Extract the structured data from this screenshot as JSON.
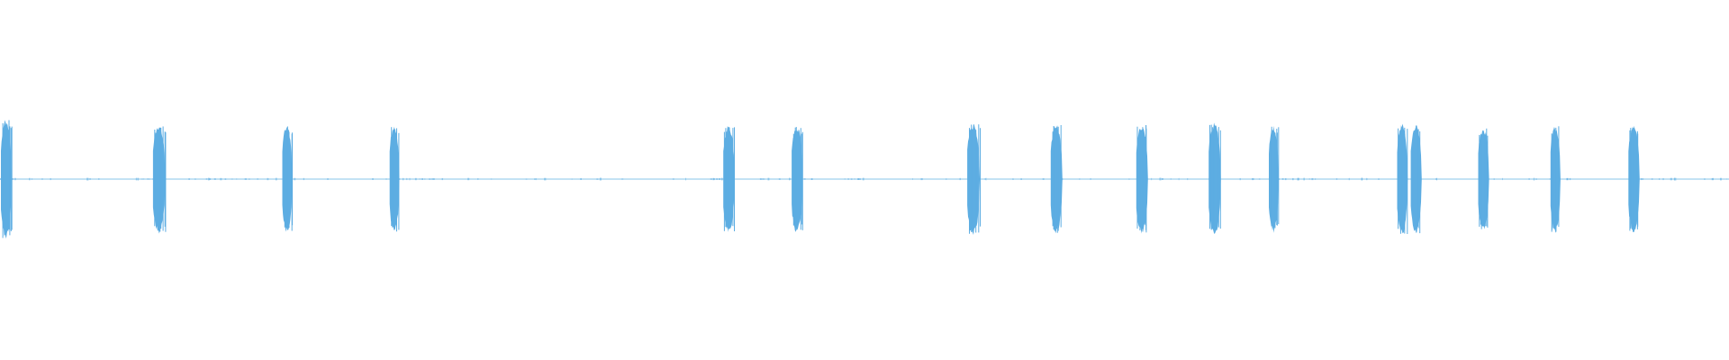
{
  "waveform": {
    "color": "#5dade2",
    "baseline_color": "#9fd0ee",
    "background": "#ffffff",
    "duration_fraction_axis": "time",
    "bursts": [
      {
        "t": 0.004,
        "amp": 0.98
      },
      {
        "t": 0.0925,
        "amp": 0.9
      },
      {
        "t": 0.1665,
        "amp": 0.88
      },
      {
        "t": 0.2285,
        "amp": 0.88
      },
      {
        "t": 0.422,
        "amp": 0.88
      },
      {
        "t": 0.4615,
        "amp": 0.88
      },
      {
        "t": 0.5635,
        "amp": 0.92
      },
      {
        "t": 0.6115,
        "amp": 0.9
      },
      {
        "t": 0.661,
        "amp": 0.9
      },
      {
        "t": 0.703,
        "amp": 0.92
      },
      {
        "t": 0.737,
        "amp": 0.88
      },
      {
        "t": 0.8115,
        "amp": 0.92
      },
      {
        "t": 0.8195,
        "amp": 0.9
      },
      {
        "t": 0.8585,
        "amp": 0.84
      },
      {
        "t": 0.9,
        "amp": 0.88
      },
      {
        "t": 0.9455,
        "amp": 0.88
      }
    ]
  }
}
